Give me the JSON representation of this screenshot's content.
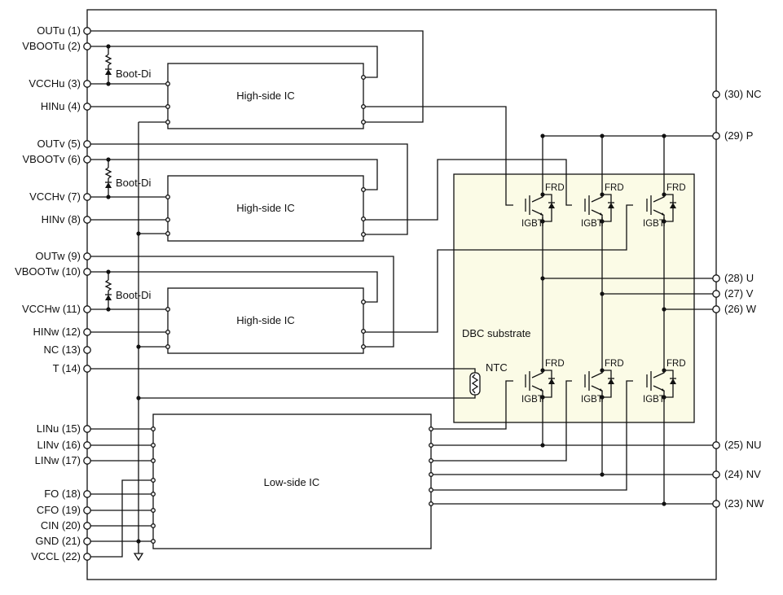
{
  "left_pins": [
    "OUTu (1)",
    "VBOOTu (2)",
    "VCCHu (3)",
    "HINu (4)",
    "OUTv (5)",
    "VBOOTv (6)",
    "VCCHv (7)",
    "HINv (8)",
    "OUTw (9)",
    "VBOOTw (10)",
    "VCCHw (11)",
    "HINw (12)",
    "NC (13)",
    "T (14)",
    "LINu (15)",
    "LINv (16)",
    "LINw (17)",
    "FO (18)",
    "CFO (19)",
    "CIN (20)",
    "GND (21)",
    "VCCL (22)"
  ],
  "right_pins": [
    "(30) NC",
    "(29) P",
    "(28) U",
    "(27) V",
    "(26) W",
    "(25) NU",
    "(24) NV",
    "(23) NW"
  ],
  "high_side_ic": "High-side IC",
  "low_side_ic": "Low-side IC",
  "boot_di": "Boot-Di",
  "dbc_substrate": "DBC substrate",
  "ntc": "NTC",
  "igbt": "IGBT",
  "frd": "FRD",
  "colors": {
    "dbc_fill": "#fbfbe6",
    "line": "#111111"
  }
}
